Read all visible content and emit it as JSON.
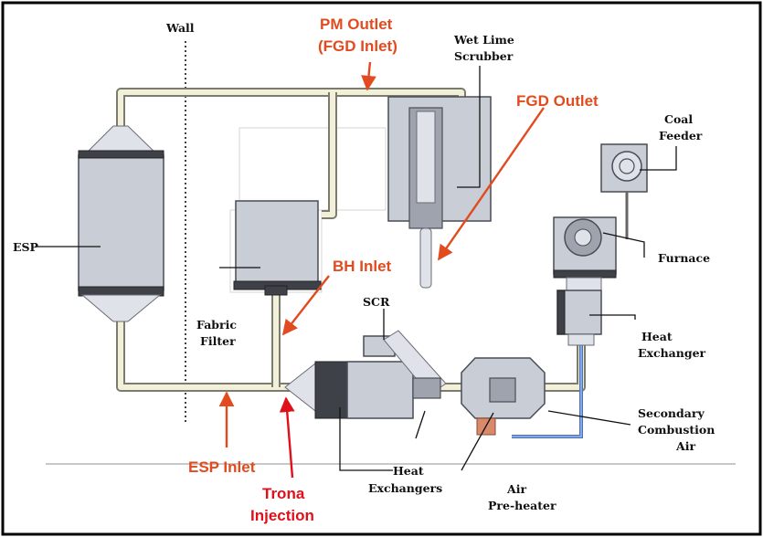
{
  "colors": {
    "callout_red": "#e24b1f",
    "arrow_red": "#e0101a",
    "pipe_fill": "#f2f0d8",
    "equipment_gray": "#c9cdd6",
    "air_duct_blue": "#4a72b8"
  },
  "labels": {
    "wall": "Wall",
    "esp": "ESP",
    "fabric_filter_line1": "Fabric",
    "fabric_filter_line2": "Filter",
    "wet_lime_line1": "Wet Lime",
    "wet_lime_line2": "Scrubber",
    "coal_feeder_line1": "Coal",
    "coal_feeder_line2": "Feeder",
    "furnace": "Furnace",
    "heat_exchanger_line1": "Heat",
    "heat_exchanger_line2": "Exchanger",
    "secondary_air_line1": "Secondary",
    "secondary_air_line2": "Combustion",
    "secondary_air_line3": "Air",
    "air_preheater_line1": "Air",
    "air_preheater_line2": "Pre-heater",
    "heat_exchangers_line1": "Heat",
    "heat_exchangers_line2": "Exchangers",
    "scr": "SCR"
  },
  "callouts": {
    "pm_outlet_line1": "PM Outlet",
    "pm_outlet_line2": "(FGD Inlet)",
    "fgd_outlet": "FGD Outlet",
    "bh_inlet": "BH Inlet",
    "esp_inlet": "ESP Inlet",
    "trona_line1": "Trona",
    "trona_line2": "Injection"
  }
}
